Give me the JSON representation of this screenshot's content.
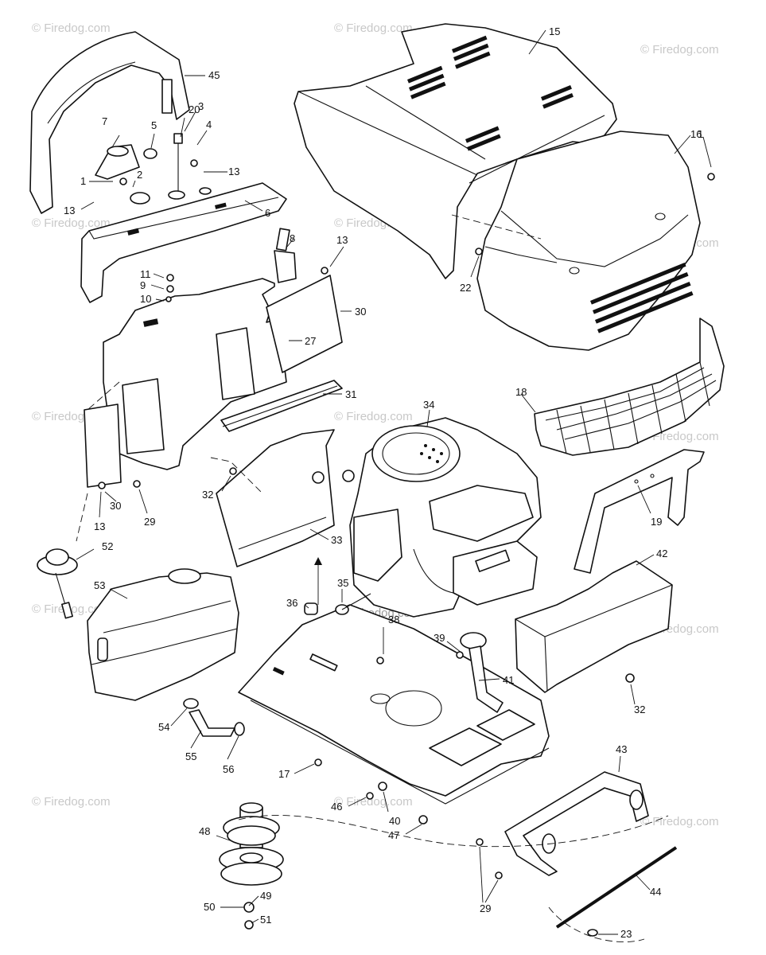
{
  "watermark": {
    "text": "© Firedog.com",
    "center_text": "Firedog.com"
  },
  "callouts": {
    "c45": "45",
    "c3": "3",
    "c7": "7",
    "c5": "5",
    "c20": "20",
    "c4": "4",
    "c13a": "13",
    "c1a": "1",
    "c2": "2",
    "c13b": "13",
    "c6": "6",
    "c8": "8",
    "c13c": "13",
    "c11": "11",
    "c9": "9",
    "c10": "10",
    "c30a": "30",
    "c27": "27",
    "c31": "31",
    "c15": "15",
    "c16": "16",
    "c1b": "1",
    "c22": "22",
    "c18": "18",
    "c34": "34",
    "c19": "19",
    "c42": "42",
    "c32a": "32",
    "c33": "33",
    "c30b": "30",
    "c13d": "13",
    "c29a": "29",
    "c52": "52",
    "c53": "53",
    "c35": "35",
    "c36": "36",
    "c38": "38",
    "c39": "39",
    "c41": "41",
    "c32b": "32",
    "c54": "54",
    "c55": "55",
    "c56": "56",
    "c17": "17",
    "c43": "43",
    "c46": "46",
    "c40": "40",
    "c47": "47",
    "c48": "48",
    "c29b": "29",
    "c44": "44",
    "c49": "49",
    "c50": "50",
    "c51": "51",
    "c23": "23"
  }
}
